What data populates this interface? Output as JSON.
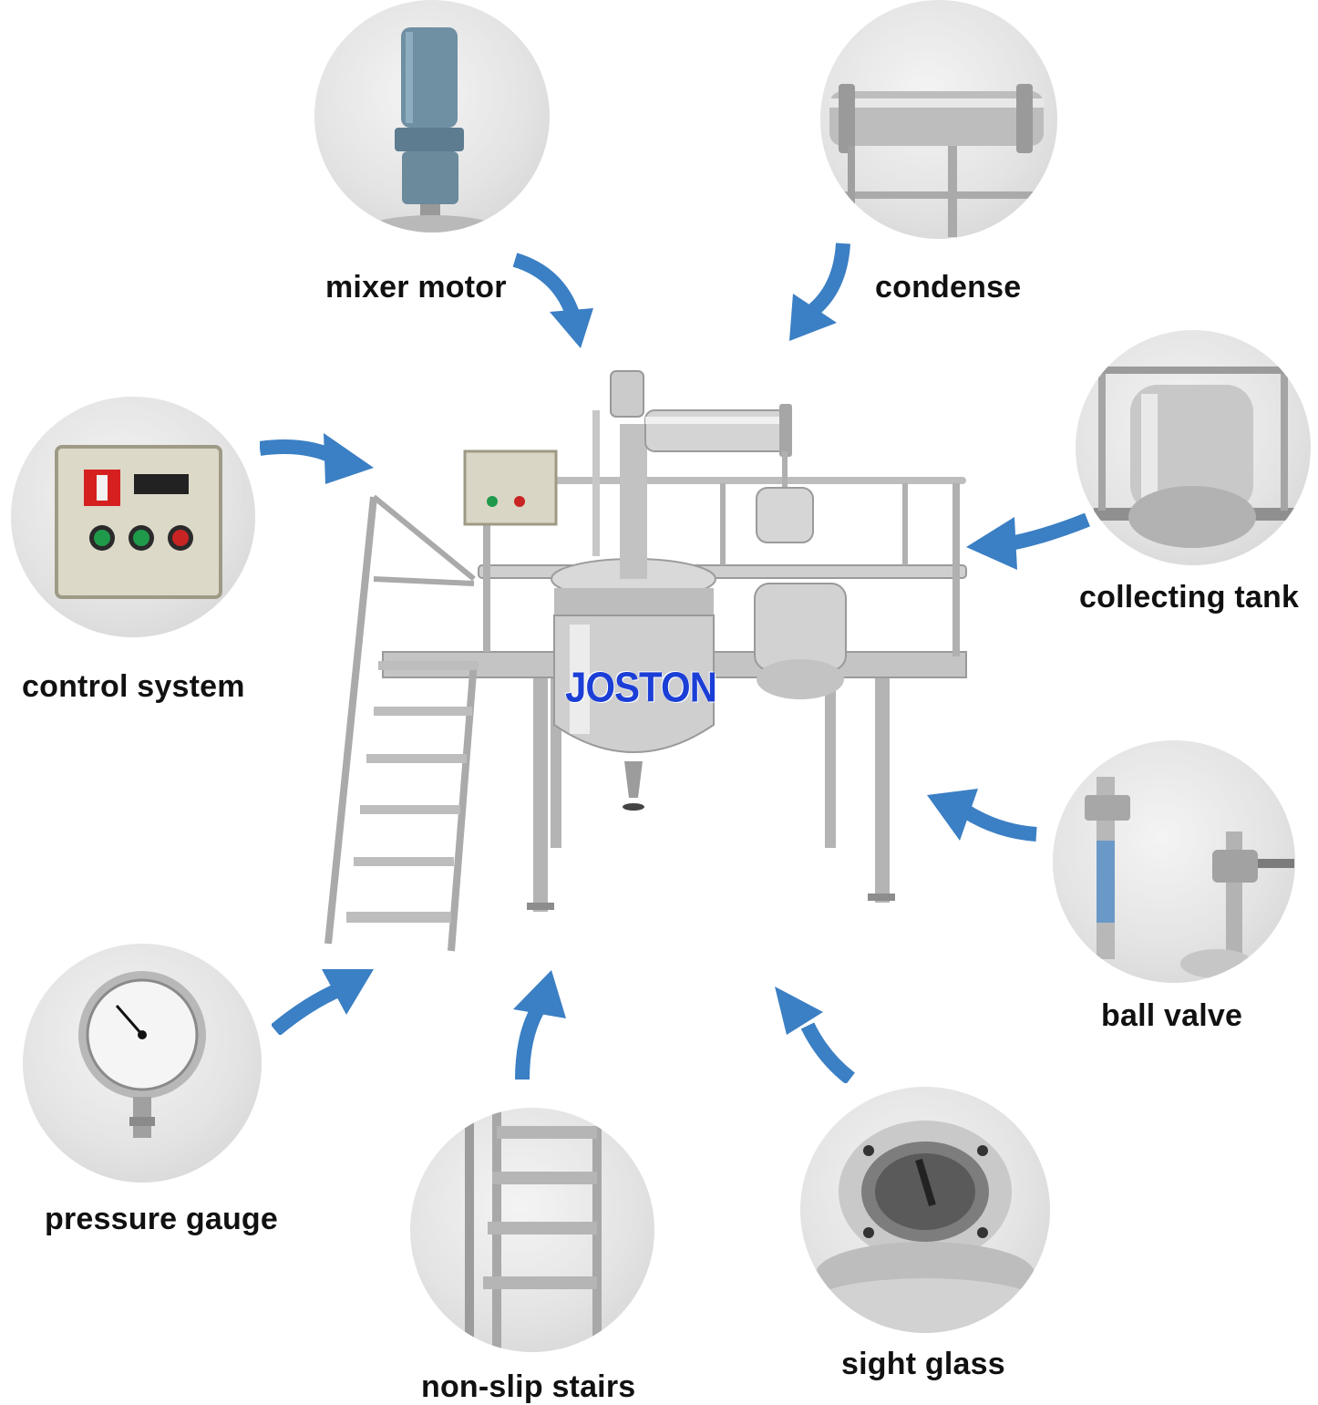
{
  "brand": {
    "logo_text": "JOSTON",
    "logo_color": "#1b3fd6"
  },
  "accent_color": "#3b7fc4",
  "components": [
    {
      "id": "mixer-motor",
      "label": "mixer motor"
    },
    {
      "id": "condense",
      "label": "condense"
    },
    {
      "id": "collecting-tank",
      "label": "collecting tank"
    },
    {
      "id": "control-system",
      "label": "control system"
    },
    {
      "id": "ball-valve",
      "label": "ball valve"
    },
    {
      "id": "pressure-gauge",
      "label": "pressure gauge"
    },
    {
      "id": "non-slip-stairs",
      "label": "non-slip stairs"
    },
    {
      "id": "sight-glass",
      "label": "sight glass"
    }
  ]
}
